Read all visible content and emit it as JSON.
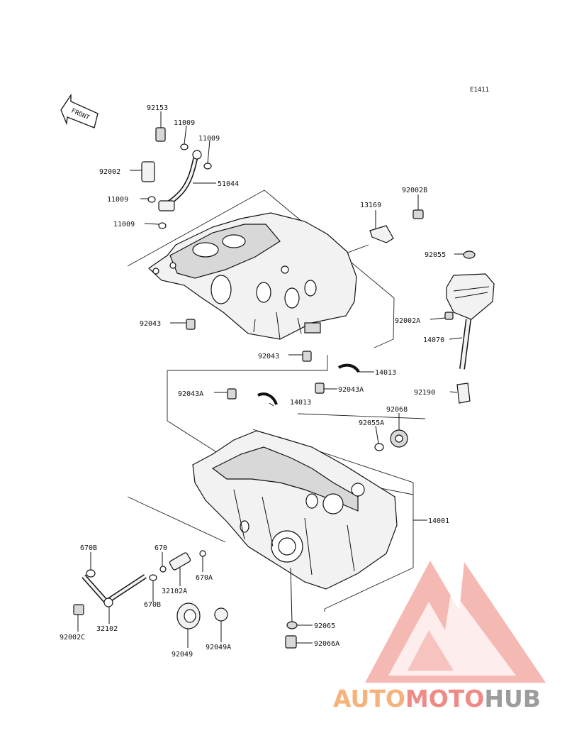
{
  "diagram": {
    "code": "E1411",
    "front_label": "FRONT",
    "callouts": {
      "c92153": "92153",
      "c11009a": "11009",
      "c11009b": "11009",
      "c92002": "92002",
      "c51044": "51044",
      "c11009c": "11009",
      "c11009d": "11009",
      "c13169": "13169",
      "c92002B": "92002B",
      "c92055": "92055",
      "c92043a": "92043",
      "c92002A": "92002A",
      "c14070": "14070",
      "c92043b": "92043",
      "c14013a": "14013",
      "c92043Aa": "92043A",
      "c92043Ab": "92043A",
      "c14013b": "14013",
      "c92190": "92190",
      "c92068": "92068",
      "c92055A": "92055A",
      "c14001": "14001",
      "c670B": "670B",
      "c670": "670",
      "c670A": "670A",
      "c32102A": "32102A",
      "c670Bb": "670B",
      "c92002C": "92002C",
      "c32102": "32102",
      "c92065": "92065",
      "c92049": "92049",
      "c92049A": "92049A",
      "c92066A": "92066A"
    }
  },
  "watermark": {
    "part1": "AUTO",
    "part2": "MOTO",
    "part3": "HUB",
    "color_orange": "#f6b27a",
    "color_red": "#ef8a86",
    "color_gray": "#9c9c9c"
  }
}
